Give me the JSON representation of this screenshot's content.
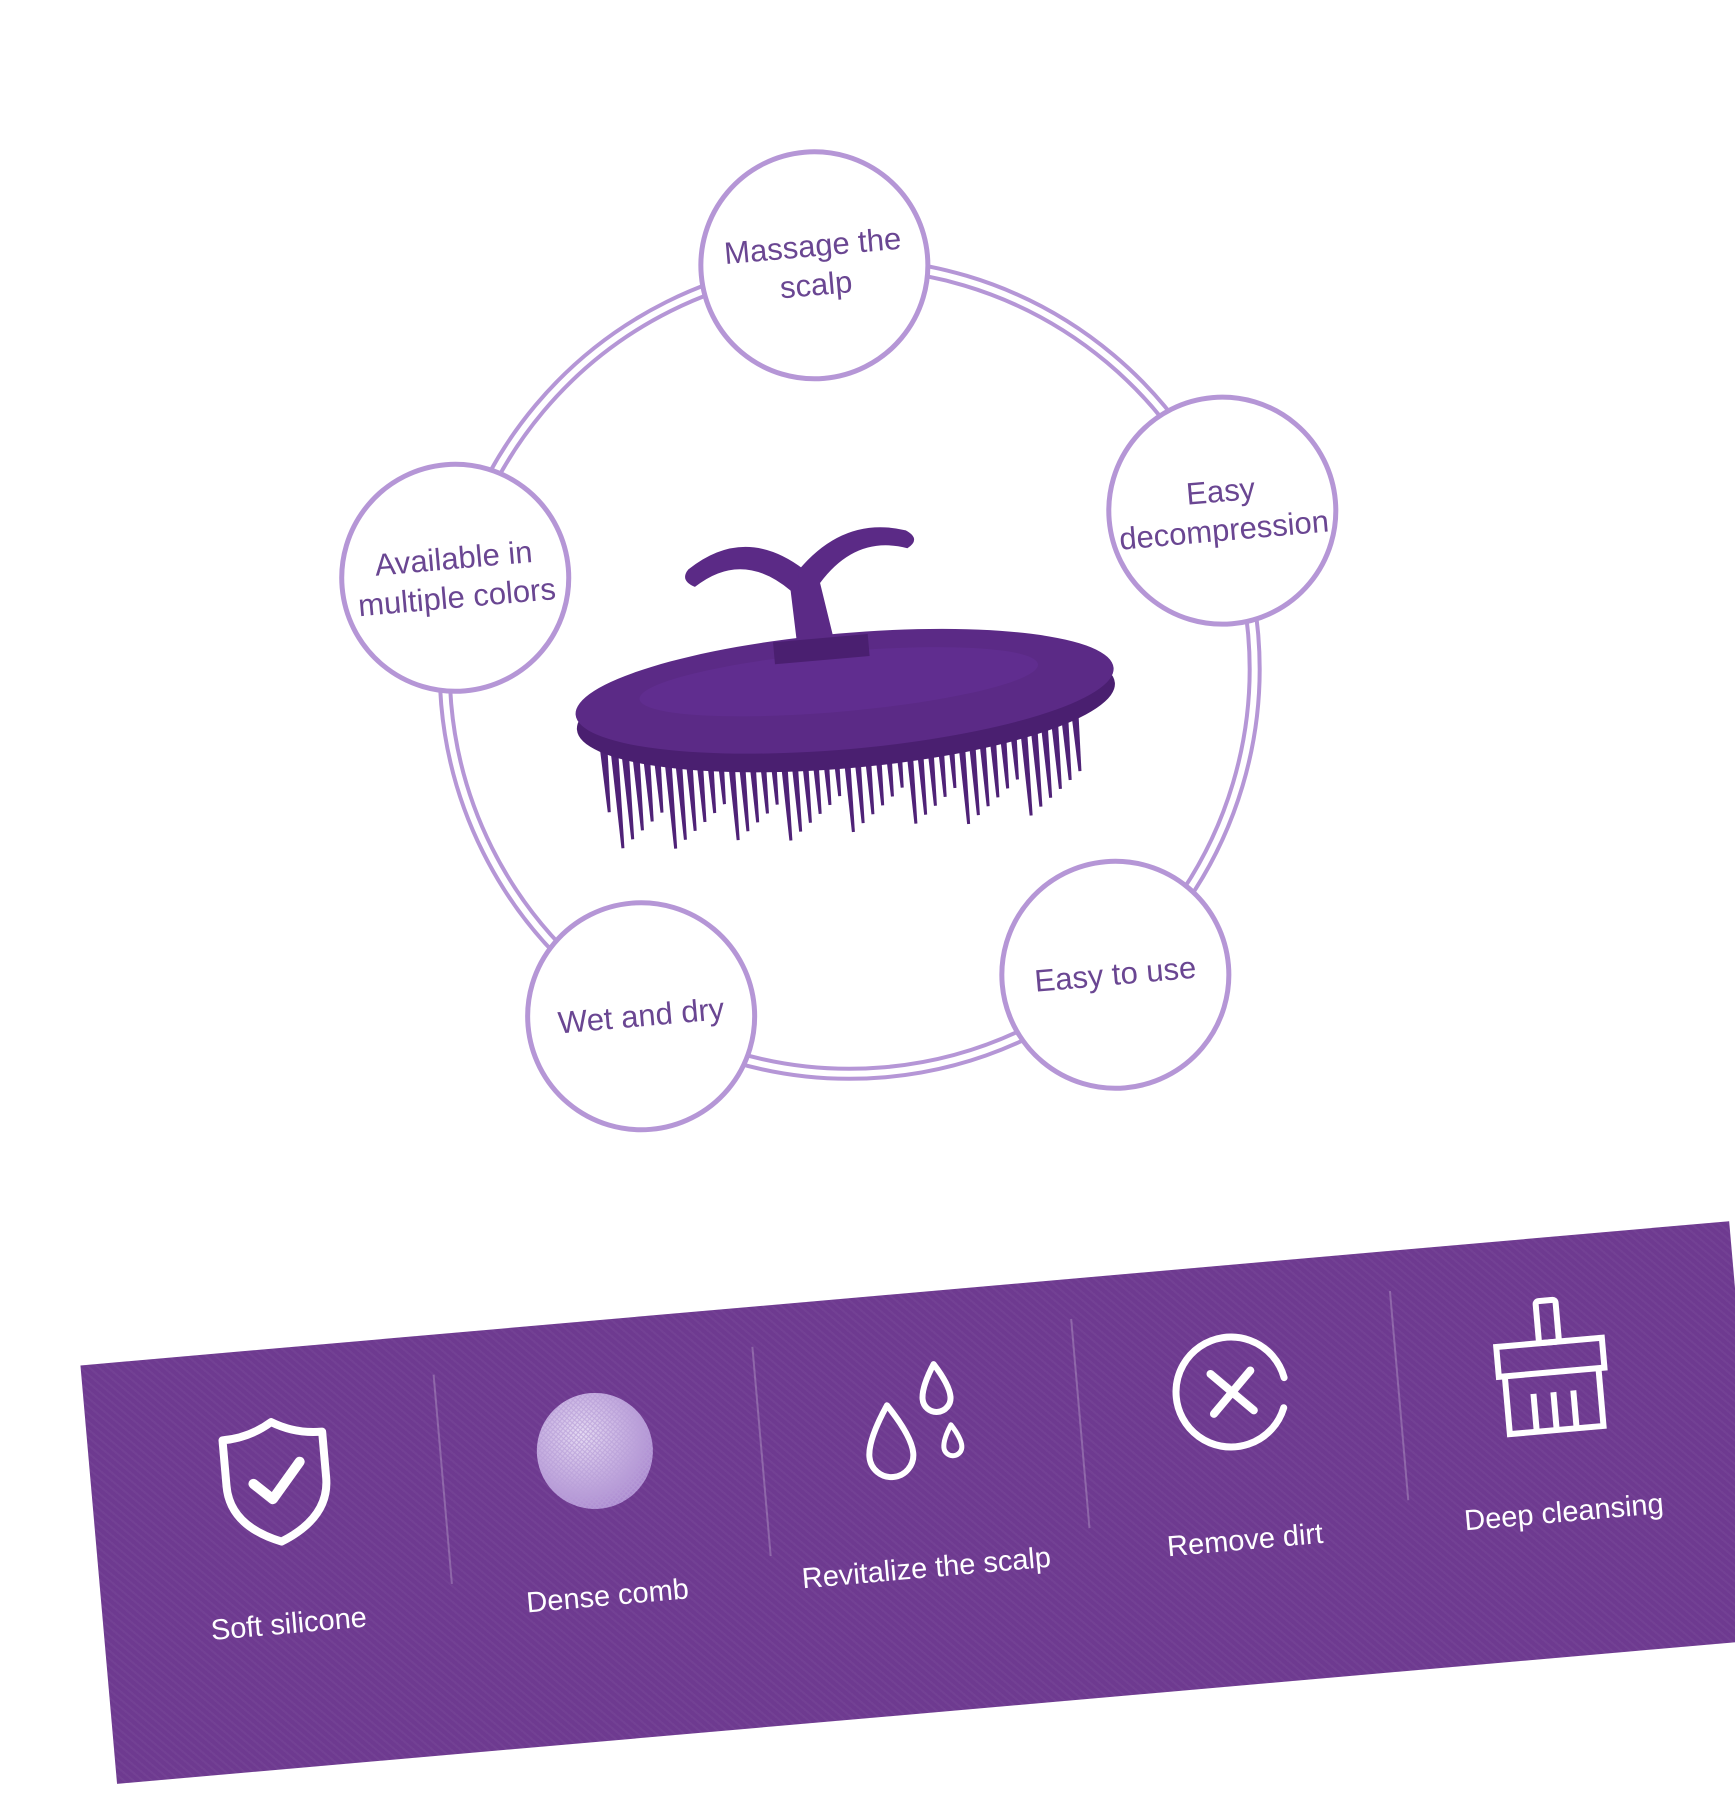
{
  "features": [
    {
      "id": "massage",
      "label": "Massage the scalp"
    },
    {
      "id": "easy-decompression",
      "label": "Easy decompression"
    },
    {
      "id": "easy-to-use",
      "label": "Easy to use"
    },
    {
      "id": "wet-and-dry",
      "label": "Wet and dry"
    },
    {
      "id": "colors",
      "label": "Available in multiple colors"
    }
  ],
  "benefits": [
    {
      "label": "Soft silicone",
      "icon": "shield-check-icon"
    },
    {
      "label": "Dense comb",
      "icon": "mesh-ball-icon"
    },
    {
      "label": "Revitalize the scalp",
      "icon": "water-drops-icon"
    },
    {
      "label": "Remove dirt",
      "icon": "circle-x-icon"
    },
    {
      "label": "Deep cleansing",
      "icon": "brush-icon"
    }
  ],
  "colors": {
    "accent": "#6a4692",
    "ring": "#b596d6",
    "band": "#6e3a90",
    "product": "#5b2a86"
  }
}
